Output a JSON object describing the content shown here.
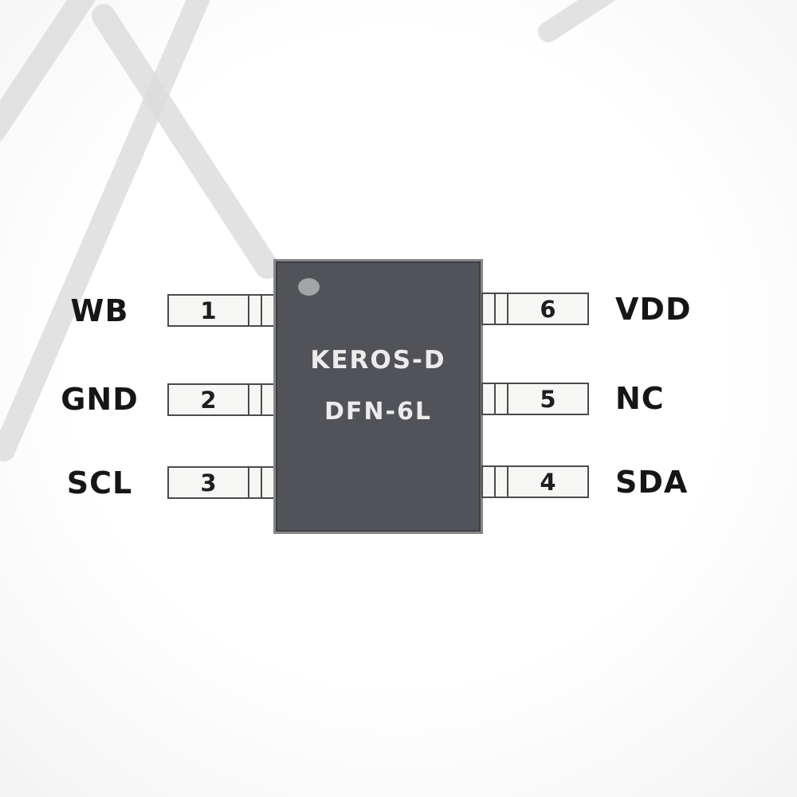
{
  "diagram": {
    "chip": {
      "line1": "KEROS-D",
      "line2": "DFN-6L",
      "body_color": "#515358",
      "text_color": "#ececec",
      "pin1_dot_color": "#a3a4a5"
    },
    "left_pins": [
      {
        "number": "1",
        "label": "WB"
      },
      {
        "number": "2",
        "label": "GND"
      },
      {
        "number": "3",
        "label": "SCL"
      }
    ],
    "right_pins": [
      {
        "number": "6",
        "label": "VDD"
      },
      {
        "number": "5",
        "label": "NC"
      },
      {
        "number": "4",
        "label": "SDA"
      }
    ],
    "colors": {
      "pin_fill": "#f6f6f4",
      "pin_border": "#4b4b4b",
      "label_text": "#161616",
      "watermark": "#dcdcdc"
    }
  }
}
